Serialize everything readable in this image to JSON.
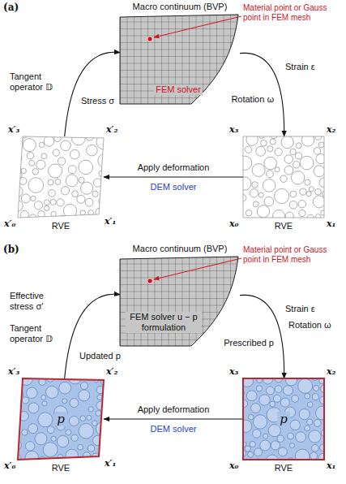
{
  "diagram": {
    "nodes": [
      {
        "text": [
          "Macro continuum (BVP)",
          "FEM solver"
        ]
      },
      {
        "text": [
          "x₀",
          "x₁",
          "x₂",
          "x₃",
          "RVE"
        ]
      },
      {
        "text": [
          "x′₀",
          "x′₁",
          "x′₂",
          "x′₃",
          "RVE"
        ]
      },
      {
        "text": [
          "Macro continuum (BVP)",
          "FEM solver u − p formulation"
        ]
      },
      {
        "text": [
          "p",
          "x₀",
          "x₁",
          "x₂",
          "x₃",
          "RVE"
        ]
      },
      {
        "text": [
          "p",
          "x′₀",
          "x′₁",
          "x′₂",
          "x′₃",
          "RVE"
        ]
      }
    ],
    "edges": [
      {
        "from": 0,
        "to": 1,
        "label": "Strain ε",
        "arrow": "to"
      },
      {
        "from": 1,
        "to": 2,
        "label": "Apply deformation",
        "arrow": "to"
      },
      {
        "from": 2,
        "to": 0,
        "label": "Stress σ",
        "arrow": "to"
      },
      {
        "from": 3,
        "to": 4,
        "label": "Strain ε",
        "arrow": "to"
      },
      {
        "from": 4,
        "to": 5,
        "label": "Apply deformation",
        "arrow": "to"
      },
      {
        "from": 5,
        "to": 3,
        "label": "Effective stress σ′",
        "arrow": "to"
      }
    ],
    "labels": [
      "(a)",
      "Material point or Gauss point in FEM mesh",
      "Rotation ω",
      "DEM solver",
      "Tangent operator 𝔻",
      "(b)",
      "Material point or Gauss point in FEM mesh",
      "Rotation ω",
      "Prescribed p",
      "DEM solver",
      "Tangent operator 𝔻",
      "Updated p"
    ]
  }
}
